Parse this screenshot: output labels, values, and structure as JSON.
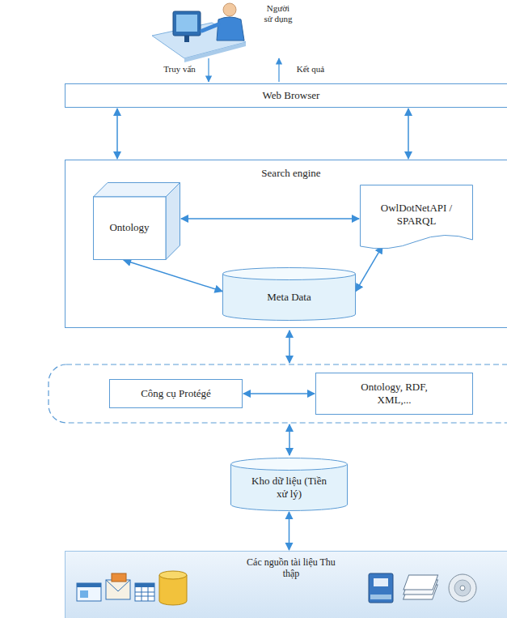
{
  "diagram": {
    "nodes": [
      {
        "text": [
          "Web Browser"
        ]
      },
      {
        "text": [
          "Search engine"
        ]
      },
      {
        "text": [
          "Ontology"
        ],
        "in": 1
      },
      {
        "text": [
          "OwlDotNetAPI / SPARQL"
        ],
        "in": 1
      },
      {
        "text": [
          "Meta Data"
        ],
        "in": 1
      },
      {
        "text": [
          "Công cụ Protégé"
        ]
      },
      {
        "text": [
          "Ontology, RDF, XML,..."
        ]
      },
      {
        "text": [
          "Kho dữ liệu (Tiền xử lý)"
        ]
      },
      {
        "text": [
          "Các nguồn tài liệu Thu thập"
        ]
      }
    ],
    "edges": [
      {
        "from": 0,
        "to": 1,
        "arrow": "both"
      },
      {
        "from": 0,
        "to": 1,
        "arrow": "both"
      },
      {
        "from": 2,
        "to": 3,
        "arrow": "both"
      },
      {
        "from": 2,
        "to": 4,
        "arrow": "both"
      },
      {
        "from": 3,
        "to": 4,
        "arrow": "both"
      },
      {
        "from": 5,
        "to": 6,
        "arrow": "both"
      },
      {
        "from": 7,
        "to": 8,
        "arrow": "both"
      }
    ],
    "labels": [
      "Người sử dụng",
      "Truy vấn",
      "Kết quả"
    ]
  }
}
